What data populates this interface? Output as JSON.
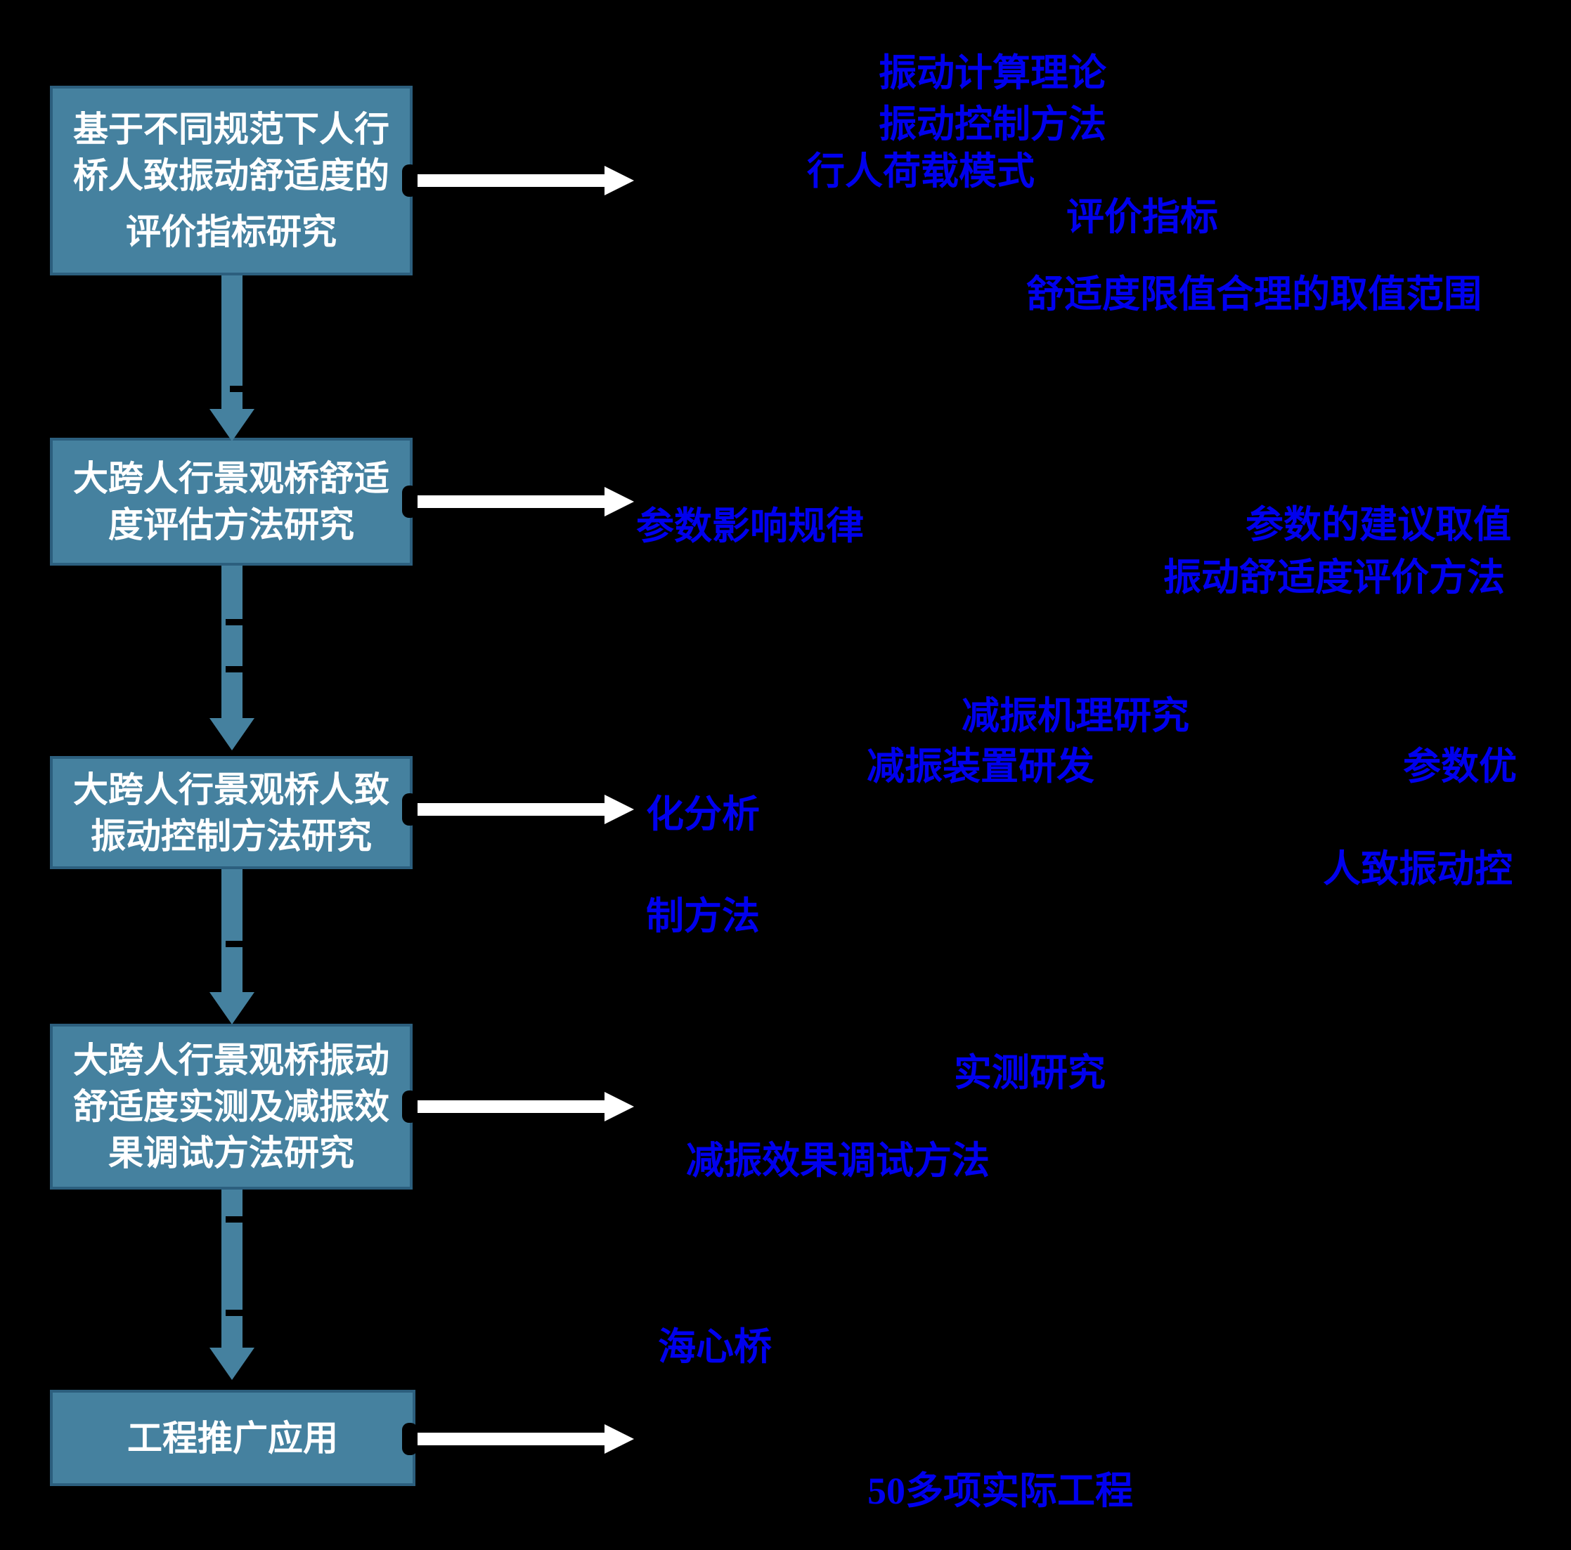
{
  "diagram": {
    "type": "research-flowchart",
    "background": "#000000",
    "colors": {
      "stage_box_fill": "#45819F",
      "stage_box_border": "#2C5F7E",
      "stage_text": "#FFFFFF",
      "outcome_text": "#0000EE",
      "horizontal_arrow": "#FFFFFF"
    }
  },
  "stages": [
    {
      "lines": [
        "基于不同规范下人行",
        "桥人致振动舒适度的",
        "评价指标研究"
      ]
    },
    {
      "lines": [
        "大跨人行景观桥舒适",
        "度评估方法研究"
      ]
    },
    {
      "lines": [
        "大跨人行景观桥人致",
        "振动控制方法研究"
      ]
    },
    {
      "lines": [
        "大跨人行景观桥振动",
        "舒适度实测及减振效",
        "果调试方法研究"
      ]
    },
    {
      "lines": [
        "工程推广应用"
      ]
    }
  ],
  "labels": [
    {
      "text": "振动计算理论"
    },
    {
      "text": "振动控制方法"
    },
    {
      "text": "行人荷载模式"
    },
    {
      "text": "评价指标"
    },
    {
      "text": "舒适度限值合理的取值范围"
    },
    {
      "text": "参数影响规律"
    },
    {
      "text": "参数的建议取值"
    },
    {
      "text": "振动舒适度评价方法"
    },
    {
      "text": "减振机理研究"
    },
    {
      "text": "减振装置研发"
    },
    {
      "text": "参数优"
    },
    {
      "text": "化分析"
    },
    {
      "text": "人致振动控"
    },
    {
      "text": "制方法"
    },
    {
      "text": "实测研究"
    },
    {
      "text": "减振效果调试方法"
    },
    {
      "text": "海心桥"
    },
    {
      "text": "50多项实际工程"
    }
  ]
}
